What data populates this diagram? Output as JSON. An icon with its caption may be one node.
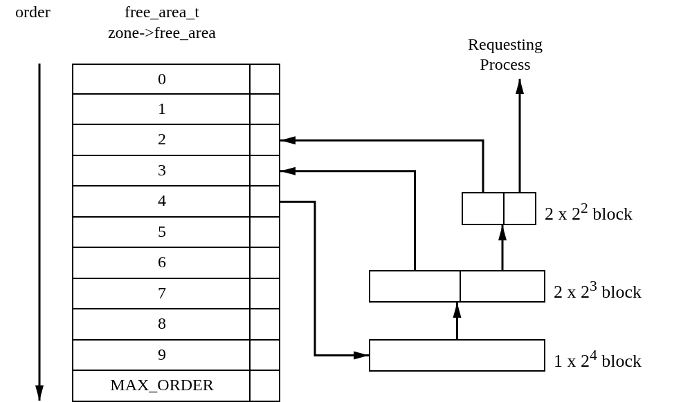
{
  "diagram": {
    "nodes": [
      {
        "text": [
          "free_area_t",
          "zone->free_area"
        ]
      },
      {
        "text": [
          "0"
        ],
        "in": 0
      },
      {
        "text": [
          "1"
        ],
        "in": 0
      },
      {
        "text": [
          "2"
        ],
        "in": 0
      },
      {
        "text": [
          "3"
        ],
        "in": 0
      },
      {
        "text": [
          "4"
        ],
        "in": 0
      },
      {
        "text": [
          "5"
        ],
        "in": 0
      },
      {
        "text": [
          "6"
        ],
        "in": 0
      },
      {
        "text": [
          "7"
        ],
        "in": 0
      },
      {
        "text": [
          "8"
        ],
        "in": 0
      },
      {
        "text": [
          "9"
        ],
        "in": 0
      },
      {
        "text": [
          "MAX_ORDER"
        ],
        "in": 0
      },
      {
        "text": [
          "Requesting Process"
        ]
      },
      {
        "text": [],
        "shape": "box",
        "beside": [
          "2 x 2$^{2}$ block"
        ]
      },
      {
        "text": [],
        "shape": "box",
        "in": 13
      },
      {
        "text": [],
        "shape": "box",
        "in": 13
      },
      {
        "text": [],
        "shape": "box",
        "beside": [
          "2 x 2$^{3}$ block"
        ]
      },
      {
        "text": [],
        "shape": "box",
        "in": 16
      },
      {
        "text": [],
        "shape": "box",
        "in": 16
      },
      {
        "text": [],
        "shape": "box",
        "beside": [
          "1 x 2$^{4}$ block"
        ]
      }
    ],
    "edges": [
      {
        "from": 5,
        "to": 19,
        "arrow": "to"
      },
      {
        "from": 19,
        "to": 16,
        "arrow": "to"
      },
      {
        "from": 17,
        "to": 4,
        "arrow": "to"
      },
      {
        "from": 18,
        "to": 13,
        "arrow": "to"
      },
      {
        "from": 14,
        "to": 3,
        "arrow": "to"
      },
      {
        "from": 15,
        "to": 12,
        "arrow": "to"
      }
    ],
    "labels": [
      "order"
    ]
  }
}
